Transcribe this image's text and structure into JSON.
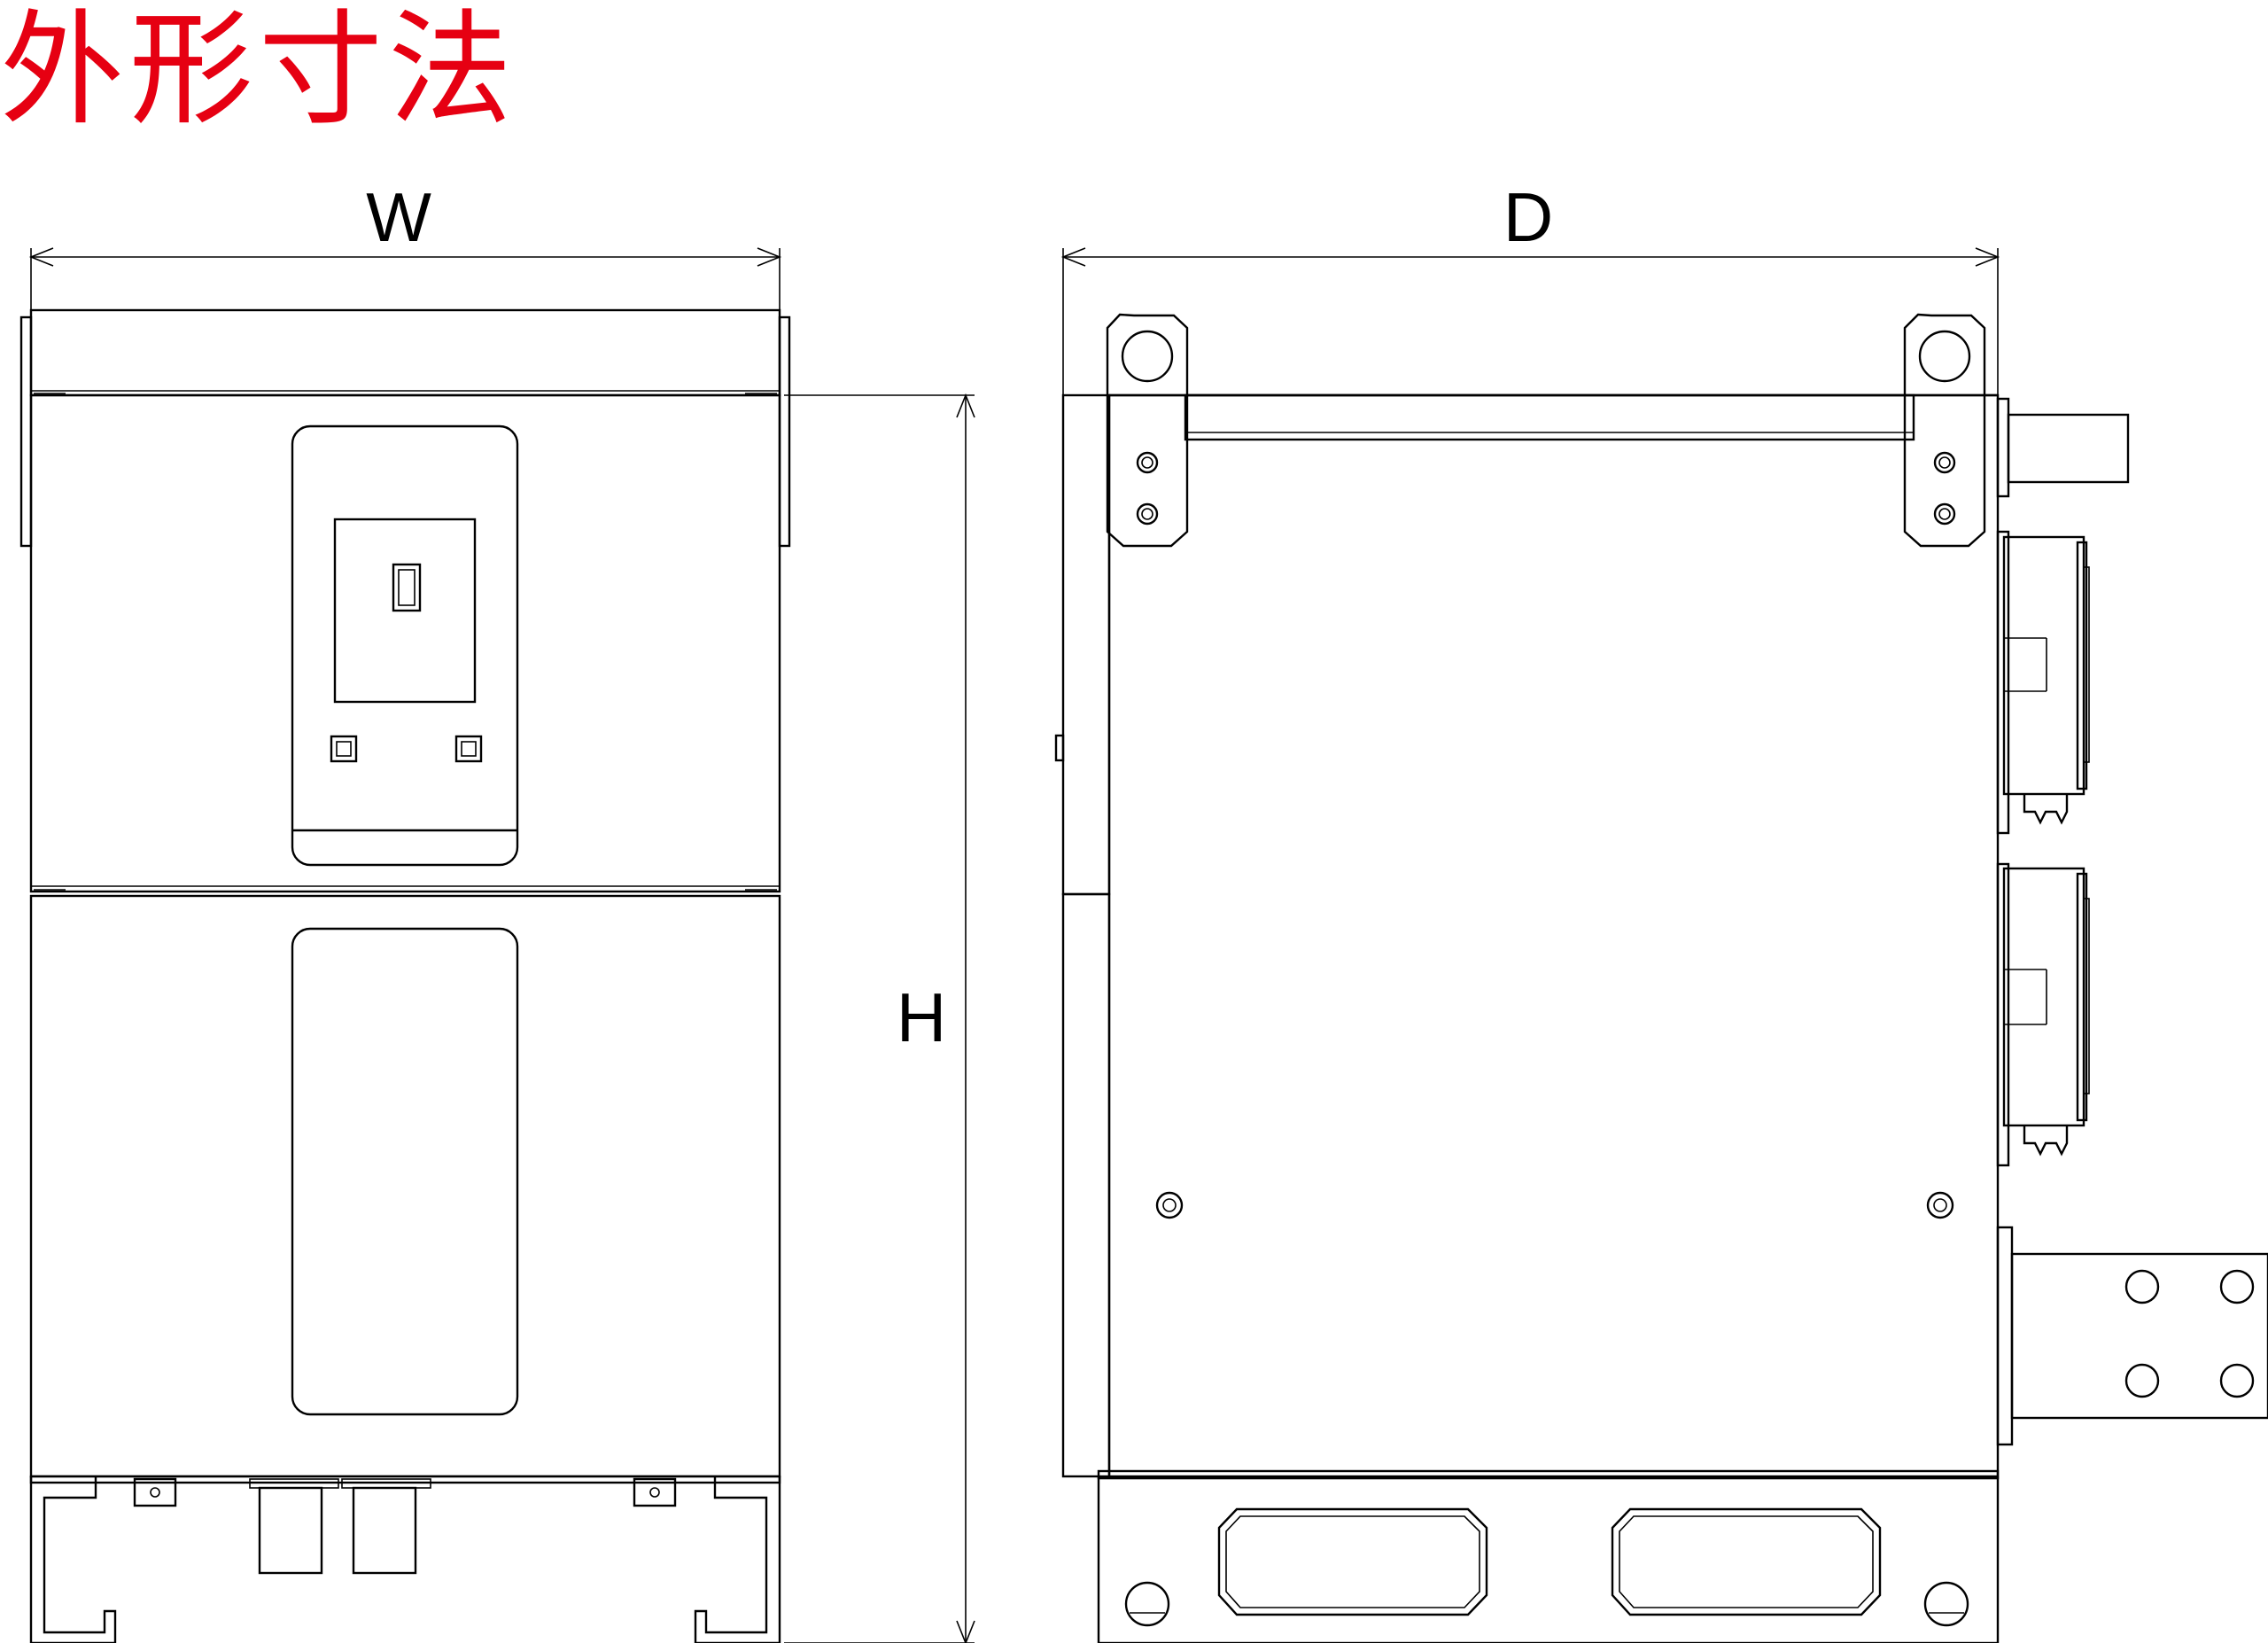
{
  "title": "外形寸法",
  "title_color": "#e60012",
  "line_color": "#000000",
  "dimensions": {
    "width": "W",
    "depth": "D",
    "height": "H"
  }
}
